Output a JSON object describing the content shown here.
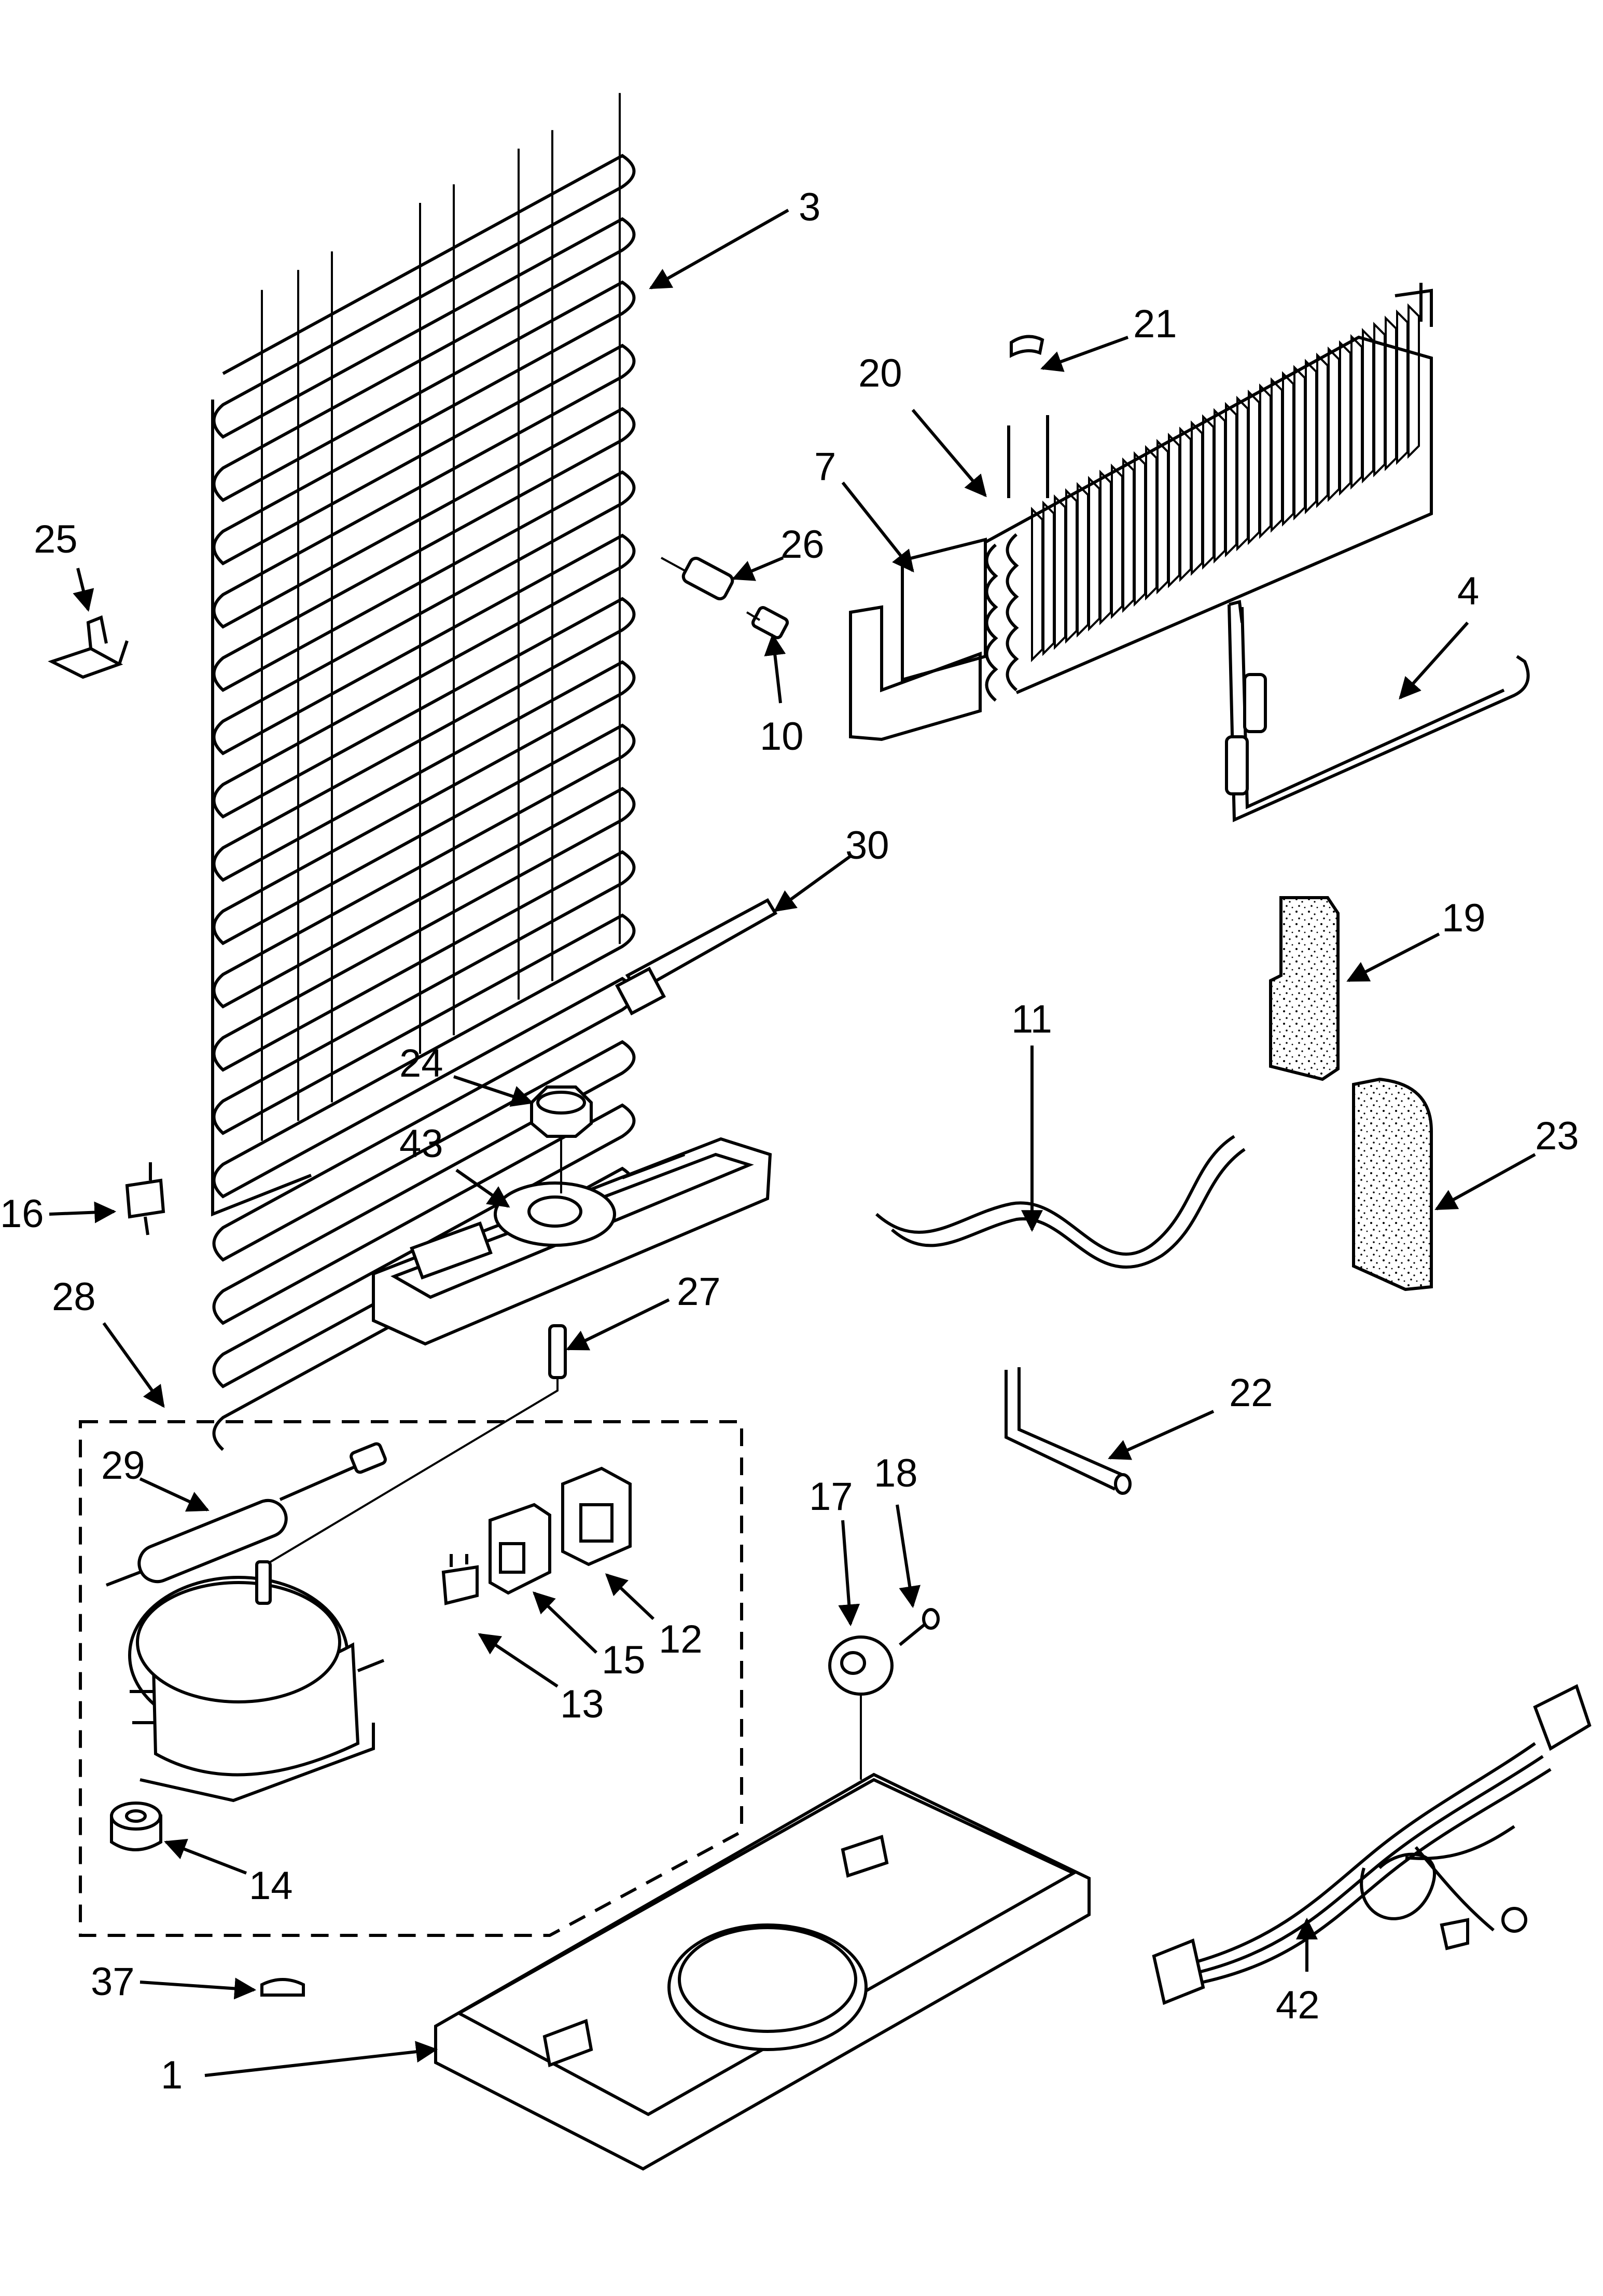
{
  "diagram": {
    "callouts": [
      {
        "id": "3",
        "text": "3"
      },
      {
        "id": "21",
        "text": "21"
      },
      {
        "id": "20",
        "text": "20"
      },
      {
        "id": "7",
        "text": "7"
      },
      {
        "id": "25",
        "text": "25"
      },
      {
        "id": "26",
        "text": "26"
      },
      {
        "id": "10",
        "text": "10"
      },
      {
        "id": "4",
        "text": "4"
      },
      {
        "id": "30",
        "text": "30"
      },
      {
        "id": "19",
        "text": "19"
      },
      {
        "id": "11",
        "text": "11"
      },
      {
        "id": "24",
        "text": "24"
      },
      {
        "id": "43",
        "text": "43"
      },
      {
        "id": "23",
        "text": "23"
      },
      {
        "id": "16",
        "text": "16"
      },
      {
        "id": "28",
        "text": "28"
      },
      {
        "id": "27",
        "text": "27"
      },
      {
        "id": "22",
        "text": "22"
      },
      {
        "id": "29",
        "text": "29"
      },
      {
        "id": "17",
        "text": "17"
      },
      {
        "id": "18",
        "text": "18"
      },
      {
        "id": "12",
        "text": "12"
      },
      {
        "id": "15",
        "text": "15"
      },
      {
        "id": "13",
        "text": "13"
      },
      {
        "id": "14",
        "text": "14"
      },
      {
        "id": "37",
        "text": "37"
      },
      {
        "id": "42",
        "text": "42"
      },
      {
        "id": "1",
        "text": "1"
      }
    ]
  }
}
